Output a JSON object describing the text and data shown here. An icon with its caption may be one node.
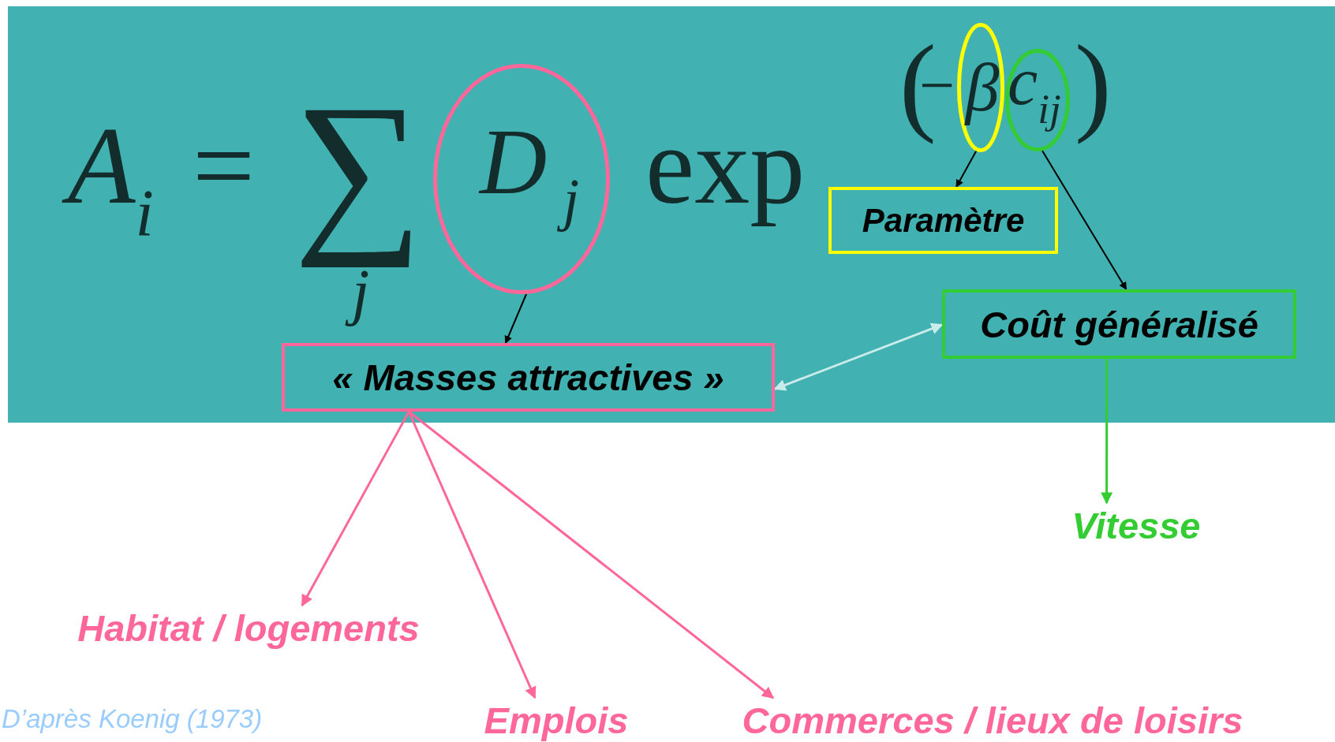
{
  "diagram": {
    "nodes": [
      {
        "text": [
          "D$_{j}$"
        ]
      },
      {
        "text": [
          "β"
        ]
      },
      {
        "text": [
          "c$_{ij}$"
        ]
      },
      {
        "text": [
          "Paramètre"
        ]
      },
      {
        "text": [
          "Coût généralisé"
        ]
      },
      {
        "text": [
          "« Masses attractives »"
        ]
      },
      {
        "text": [
          "Vitesse"
        ]
      },
      {
        "text": [
          "Habitat / logements"
        ]
      },
      {
        "text": [
          "Emplois"
        ]
      },
      {
        "text": [
          "Commerces / lieux de loisirs"
        ]
      }
    ],
    "edges": [
      {
        "from": 0,
        "to": 5,
        "arrow": "to"
      },
      {
        "from": 1,
        "to": 3,
        "arrow": "to"
      },
      {
        "from": 2,
        "to": 4,
        "arrow": "to"
      },
      {
        "from": 5,
        "to": 4,
        "arrow": "both",
        "color": "#c9ecea"
      },
      {
        "from": 4,
        "to": 6,
        "arrow": "to",
        "color": "#33cc33"
      },
      {
        "from": 5,
        "to": 7,
        "arrow": "to",
        "color": "#ff6699"
      },
      {
        "from": 5,
        "to": 8,
        "arrow": "to",
        "color": "#ff6699"
      },
      {
        "from": 5,
        "to": 9,
        "arrow": "to",
        "color": "#ff6699"
      }
    ],
    "labels": [
      "A$_{i}$",
      "=",
      "∑",
      "j",
      "exp",
      "(",
      "−",
      ")",
      "D’après Koenig (1973)"
    ]
  }
}
